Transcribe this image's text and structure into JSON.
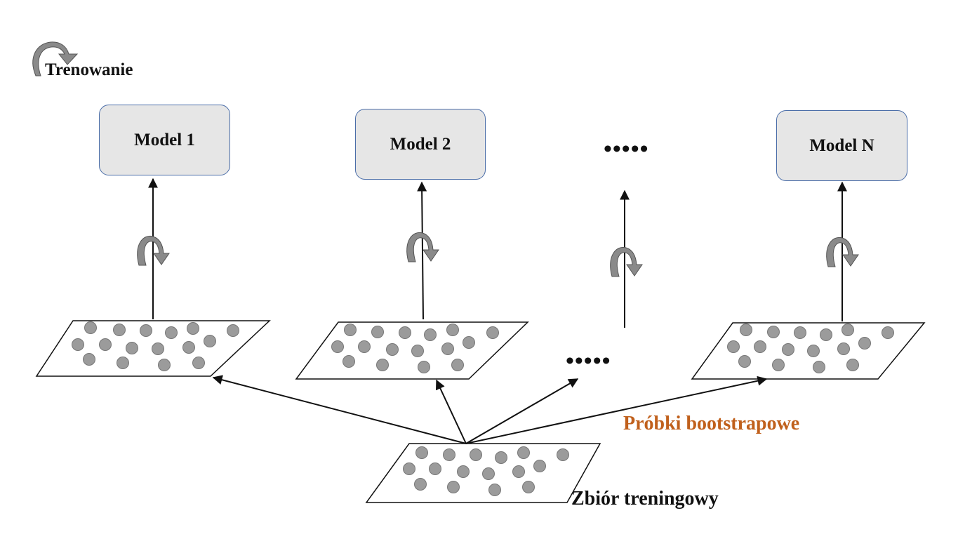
{
  "legend": {
    "label": "Trenowanie"
  },
  "models": [
    {
      "label": "Model 1"
    },
    {
      "label": "Model 2"
    },
    {
      "label": "Model N"
    }
  ],
  "ellipsis": "•••••",
  "labels": {
    "bootstrap": "Próbki bootstrapowe",
    "training_set": "Zbiór treningowy"
  },
  "colors": {
    "model_fill": "#e6e6e6",
    "model_border": "#4a6da8",
    "dot_fill": "#9b9b9b",
    "arrow": "#111111",
    "bootstrap_label": "#c0601c"
  },
  "icons": {
    "training": "curved-arrow-icon"
  }
}
